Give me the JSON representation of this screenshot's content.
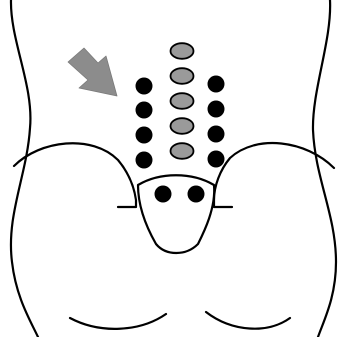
{
  "diagram": {
    "subject": "lower-back-acupoint-map",
    "colors": {
      "background": "#ffffff",
      "outline": "#000000",
      "vertebra_fill": "#9a9a9a",
      "point_fill": "#000000",
      "arrow_fill": "#8c8c8c"
    },
    "icons": {
      "arrow": "arrow-icon",
      "point": "acupoint-icon",
      "vertebra": "vertebra-icon"
    },
    "counts": {
      "vertebrae": 5,
      "points_per_side": 4,
      "sacral_points": 2
    }
  }
}
